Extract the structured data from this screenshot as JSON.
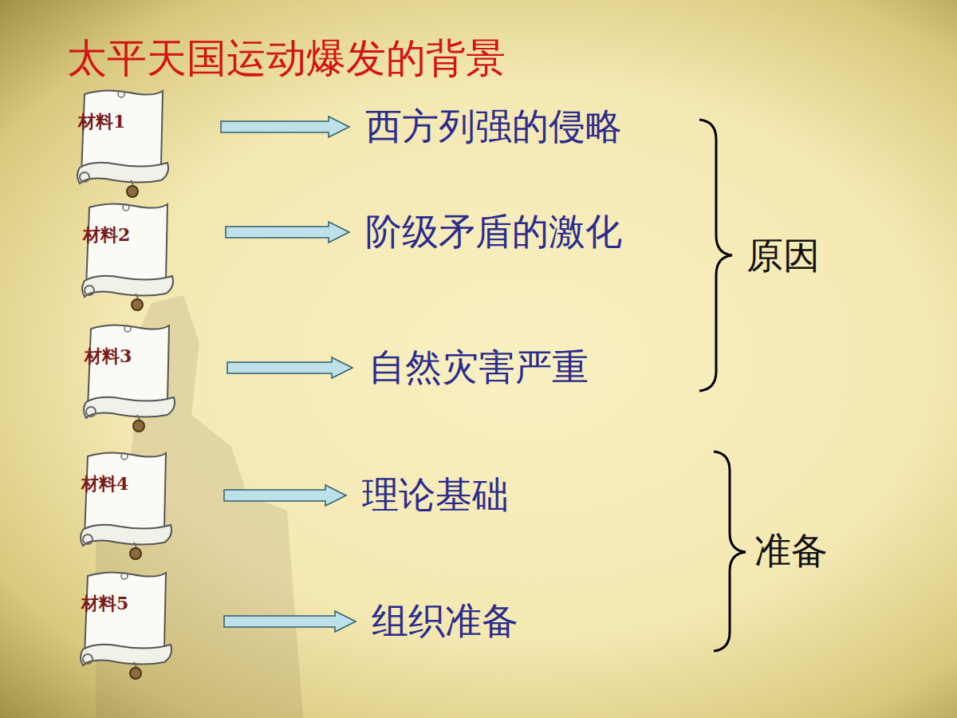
{
  "diagram": {
    "title": "太平天国运动爆发的背景",
    "nodes": [
      {
        "text": [
          "材料1"
        ]
      },
      {
        "text": [
          "材料2"
        ]
      },
      {
        "text": [
          "材料3"
        ]
      },
      {
        "text": [
          "材料4"
        ]
      },
      {
        "text": [
          "材料5"
        ]
      },
      {
        "text": [
          "西方列强的侵略"
        ]
      },
      {
        "text": [
          "阶级矛盾的激化"
        ]
      },
      {
        "text": [
          "自然灾害严重"
        ]
      },
      {
        "text": [
          "理论基础"
        ]
      },
      {
        "text": [
          "组织准备"
        ]
      }
    ],
    "edges": [
      {
        "from": 0,
        "to": 5,
        "arrow": "to"
      },
      {
        "from": 1,
        "to": 6,
        "arrow": "to"
      },
      {
        "from": 2,
        "to": 7,
        "arrow": "to"
      },
      {
        "from": 3,
        "to": 8,
        "arrow": "to"
      },
      {
        "from": 4,
        "to": 9,
        "arrow": "to"
      }
    ],
    "labels": [
      "原因",
      "准备"
    ]
  }
}
